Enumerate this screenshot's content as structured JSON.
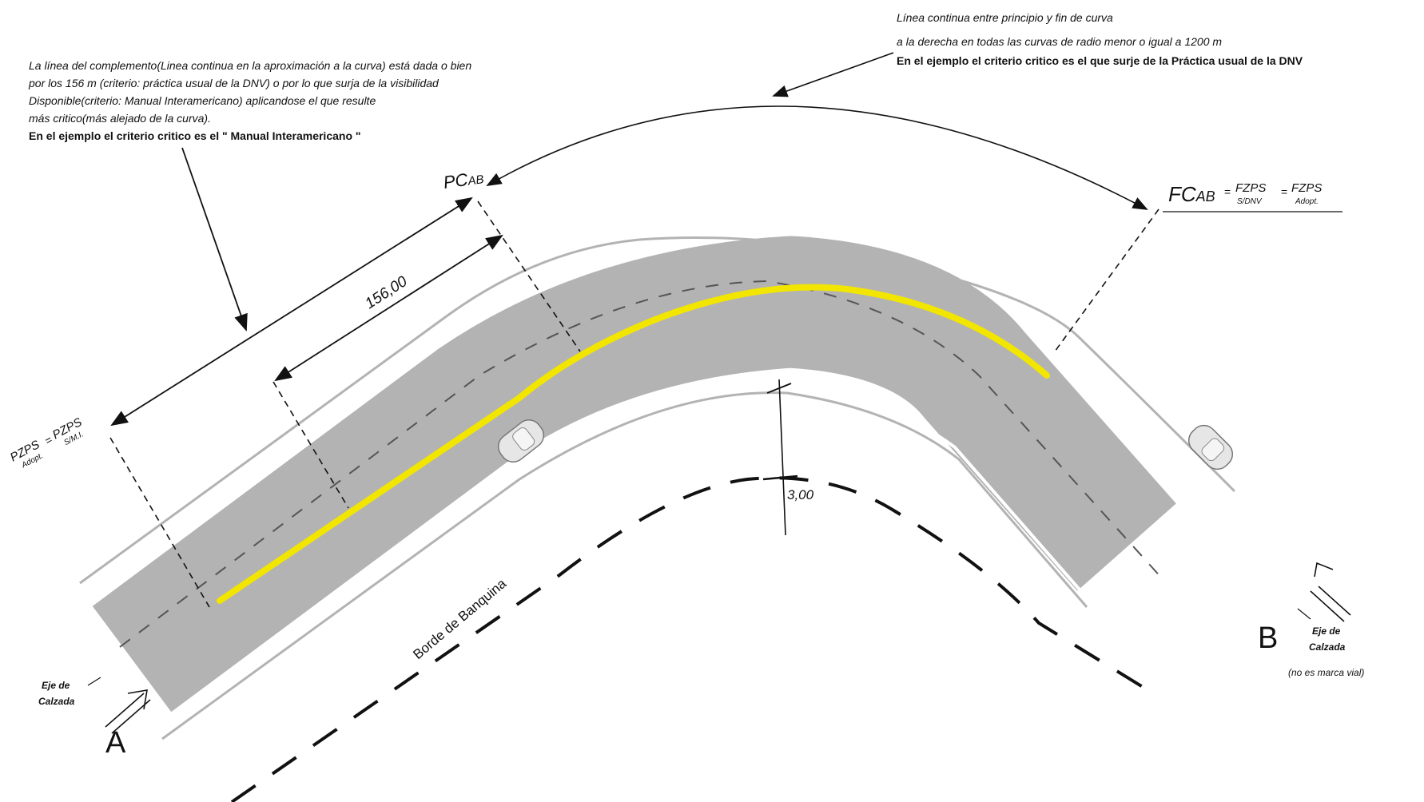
{
  "notes": {
    "left": {
      "lines": [
        "La línea del complemento(Linea continua en  la aproximación a la curva) está dada o bien",
        "por los 156 m (criterio: práctica usual de la DNV) o por lo que surja de la visibilidad",
        "Disponible(criterio: Manual Interamericano) aplicandose el que resulte",
        "más critico(más alejado de la curva)."
      ],
      "bold": "En el ejemplo el criterio critico es el \" Manual Interamericano \""
    },
    "right": {
      "lines": [
        "Línea continua entre principio y fin de curva",
        "a la derecha en todas las curvas de radio menor o igual a 1200 m"
      ],
      "bold": "En el ejemplo el criterio critico es el que surje de la Práctica usual de la DNV"
    }
  },
  "labels": {
    "pc_main": "PC",
    "pc_sub": "AB",
    "fc_main": "FC",
    "fc_sub": "AB",
    "eq1": "=",
    "fzps_1": "FZPS",
    "fzps_1_sub": "S/DNV",
    "eq2": "=",
    "fzps_2": "FZPS",
    "fzps_2_sub": "Adopt.",
    "pzps_1": "PZPS",
    "pzps_1_sub": "Adopt.",
    "eq3": "=",
    "pzps_2": "PZPS",
    "pzps_2_sub": "S/M.I.",
    "dim_156": "156,00",
    "dim_3": "3,00",
    "borde": "Borde de Banquina",
    "point_a": "A",
    "point_b": "B",
    "eje_1": "Eje de",
    "eje_2": "Calzada",
    "eje_b_1": "Eje de",
    "eje_b_2": "Calzada",
    "no_marca": "(no es marca vial)"
  },
  "colors": {
    "road": "#b3b3b3",
    "no_passing_line": "#f2e600",
    "ink": "#111111"
  }
}
